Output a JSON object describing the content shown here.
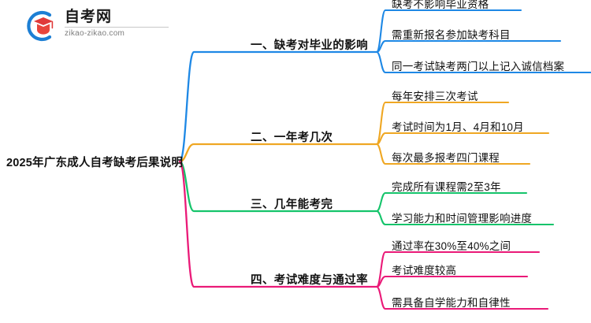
{
  "logo": {
    "name_cn": "自考网",
    "url": "zikao-zikao.com",
    "mark_icon": "graduation-cap-logo-icon",
    "circle_color": "#1d7fd4",
    "cap_color": "#e03a3a"
  },
  "mindmap": {
    "root": {
      "label": "2025年广东成人自考缺考后果说明"
    },
    "branches": [
      {
        "label": "一、缺考对毕业的影响",
        "color": "#1e88e5",
        "children": [
          {
            "label": "缺考不影响毕业资格"
          },
          {
            "label": "需重新报名参加缺考科目"
          },
          {
            "label": "同一考试缺考两门以上记入诚信档案"
          }
        ]
      },
      {
        "label": "二、一年考几次",
        "color": "#efa723",
        "children": [
          {
            "label": "每年安排三次考试"
          },
          {
            "label": "考试时间为1月、4月和10月"
          },
          {
            "label": "每次最多报考四门课程"
          }
        ]
      },
      {
        "label": "三、几年能考完",
        "color": "#15c46b",
        "children": [
          {
            "label": "完成所有课程需2至3年"
          },
          {
            "label": "学习能力和时间管理影响进度"
          }
        ]
      },
      {
        "label": "四、考试难度与通过率",
        "color": "#ea1a78",
        "children": [
          {
            "label": "通过率在30%至40%之间"
          },
          {
            "label": "考试难度较高"
          },
          {
            "label": "需具备自学能力和自律性"
          }
        ]
      }
    ]
  }
}
